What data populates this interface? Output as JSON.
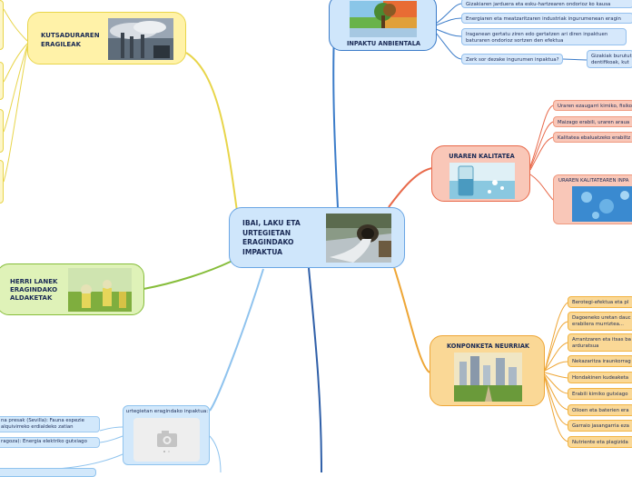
{
  "center": {
    "title": "IBAI, LAKU ETA URTEGIETAN ERAGINDAKO IMPAKTUA"
  },
  "top_left": {
    "title": "KUTSADURAREN ERAGILEAK"
  },
  "mid_left": {
    "title": "HERRI LANEK ERAGINDAKO ALDAKETAK"
  },
  "bottom_left": {
    "title": "urtegietan eragindako inpaktua:",
    "leaves": [
      "na presak (Sevilla): Fauna espezie",
      "alquivirreko erdialdeko zatian",
      "ragoza): Energia elektriko gutxiago"
    ]
  },
  "inpaktu": {
    "title": "INPAKTU ANBIENTALA",
    "leaves": [
      "Gizakiaren jarduera eta esku-hartzearen ondorioz ko kausa",
      "Energiaren eta meatzaritzaren industriak ingurumenean eragin",
      "Iraganean gertatu ziren edo gertatzen ari diren inpaktuen",
      "baturaren ondorioz sortzen den efektua",
      "Zerk sor dezake ingurumen inpaktua?",
      "Gizakiak burutut",
      "dentifikoak, kut"
    ]
  },
  "uraren": {
    "title": "URAREN KALITATEA",
    "leaves": [
      "Uraren ezaugarri kimiko, fisiko",
      "Maizago erabili, uraren araua",
      "Kalitatea ebaluatzeko erabiltz",
      "URAREN KALITATEAREN INPA"
    ]
  },
  "konponketa": {
    "title": "KONPONKETA NEURRIAK",
    "leaves": [
      "Berotegi-efektua eta pl",
      "Dagoeneko uretan dauc",
      "erabilera murriztea...",
      "Arrantzaren eta itsas ba",
      "arduratsua",
      "Nekazaritza iraunkorrag",
      "Hondakinen kudeaketa",
      "Erabili kimiko gutxiago",
      "Olioen eta baterien era",
      "Garraio jasangarria eza",
      "Nutriente eta plagizida"
    ]
  },
  "colors": {
    "blue_branch": "#3b7cc9",
    "yellow_branch": "#e8d54a",
    "green_branch": "#86bd3a",
    "red_branch": "#e8694a",
    "orange_branch": "#eea636",
    "lightblue_branch": "#8fc3ee"
  }
}
